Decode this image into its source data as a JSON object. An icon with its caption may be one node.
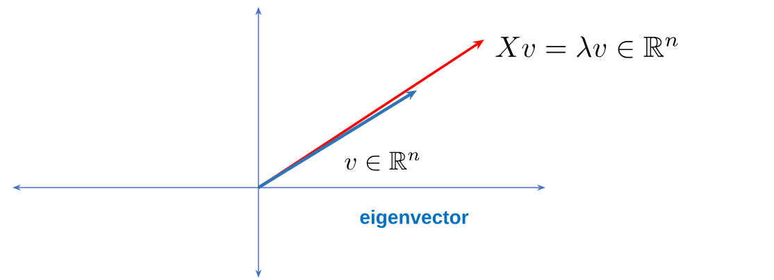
{
  "diagram": {
    "labels": [
      "Xv = \\lambda v \\in \\mathbb{R}^n",
      "v \\in \\mathbb{R}^n",
      "eigenvector"
    ]
  }
}
